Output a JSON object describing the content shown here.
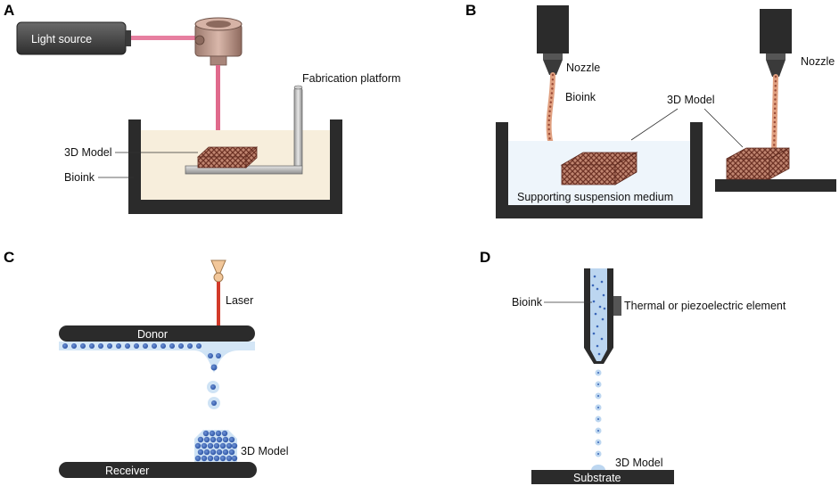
{
  "panels": {
    "A": {
      "letter": "A",
      "light_source": "Light source",
      "fabrication_platform": "Fabrication platform",
      "model": "3D Model",
      "bioink": "Bioink"
    },
    "B": {
      "letter": "B",
      "nozzle_left": "Nozzle",
      "nozzle_right": "Nozzle",
      "bioink": "Bioink",
      "model": "3D Model",
      "medium": "Supporting suspension medium"
    },
    "C": {
      "letter": "C",
      "laser": "Laser",
      "donor": "Donor",
      "receiver": "Receiver",
      "model": "3D Model"
    },
    "D": {
      "letter": "D",
      "bioink": "Bioink",
      "element": "Thermal or piezoelectric element",
      "model": "3D Model",
      "substrate": "Substrate"
    }
  },
  "colors": {
    "scaffold": "#8a4a3a",
    "scaffold_light": "#c08570",
    "beam": "#e05a7a",
    "laser": "#d23a2a",
    "vat_fill": "#f7eedc",
    "medium_fill": "#eef5fb",
    "dark": "#2b2b2b",
    "droplet": "#3a66b8",
    "droplet_light": "#bcd6f0"
  }
}
